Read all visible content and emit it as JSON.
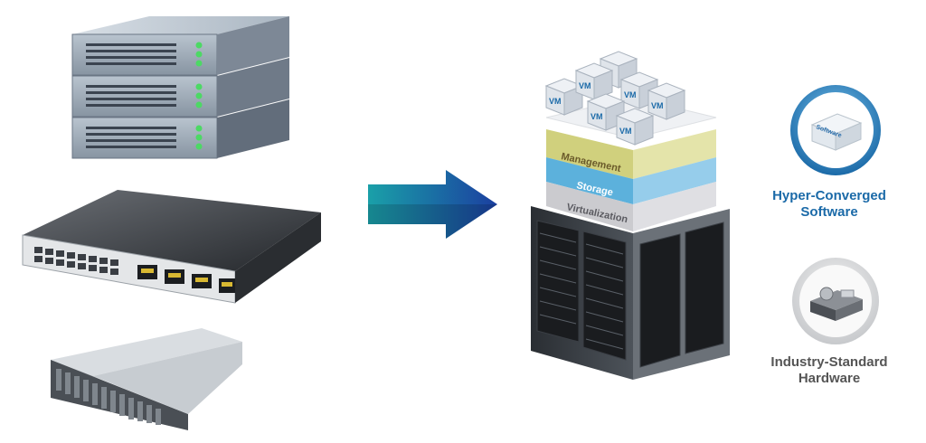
{
  "top_right": {
    "software_icon_label": "Software",
    "hyper_converged_caption": "Hyper-Converged Software",
    "hardware_caption": "Industry-Standard Hardware"
  },
  "hci_stack": {
    "vm_labels": [
      "VM",
      "VM",
      "VM",
      "VM",
      "VM",
      "VM"
    ],
    "layers": [
      "Management",
      "Storage",
      "Virtualization"
    ]
  },
  "colors": {
    "arrow_start": "#1aa0a8",
    "arrow_end": "#1b3fa0",
    "management": "#c8c866",
    "storage": "#4aa8d8",
    "virtualization": "#c8c8cc",
    "caption_blue": "#1b6aa8"
  },
  "icons": [
    "rack-server-icon",
    "network-switch-icon",
    "storage-server-icon",
    "transition-arrow-icon",
    "software-cube-icon",
    "hardware-appliance-icon"
  ]
}
